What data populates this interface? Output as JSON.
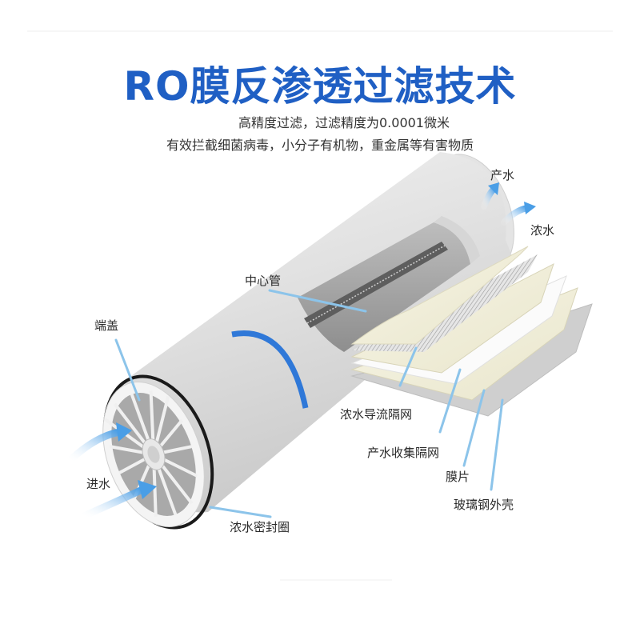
{
  "title": "RO膜反渗透过滤技术",
  "subtitle_lines": [
    "高精度过滤，过滤精度为0.0001微米",
    "有效拦截细菌病毒，小分子有机物，重金属等有害物质"
  ],
  "labels": {
    "product_water": "产水",
    "concentrate": "浓水",
    "center_tube": "中心管",
    "end_cap": "端盖",
    "inlet_water": "进水",
    "concentrate_seal": "浓水密封圈",
    "concentrate_spacer": "浓水导流隔网",
    "permeate_spacer": "产水收集隔网",
    "membrane_sheet": "膜片",
    "frp_shell": "玻璃钢外壳"
  },
  "colors": {
    "title_blue": "#1f5fc4",
    "ring_blue": "#2f78d8",
    "leader_line": "#8cc4ea",
    "arrow_blue": "#5aa8e6",
    "tube_gray": "#dcdcdc",
    "sheet_cream": "#f1efd9"
  }
}
